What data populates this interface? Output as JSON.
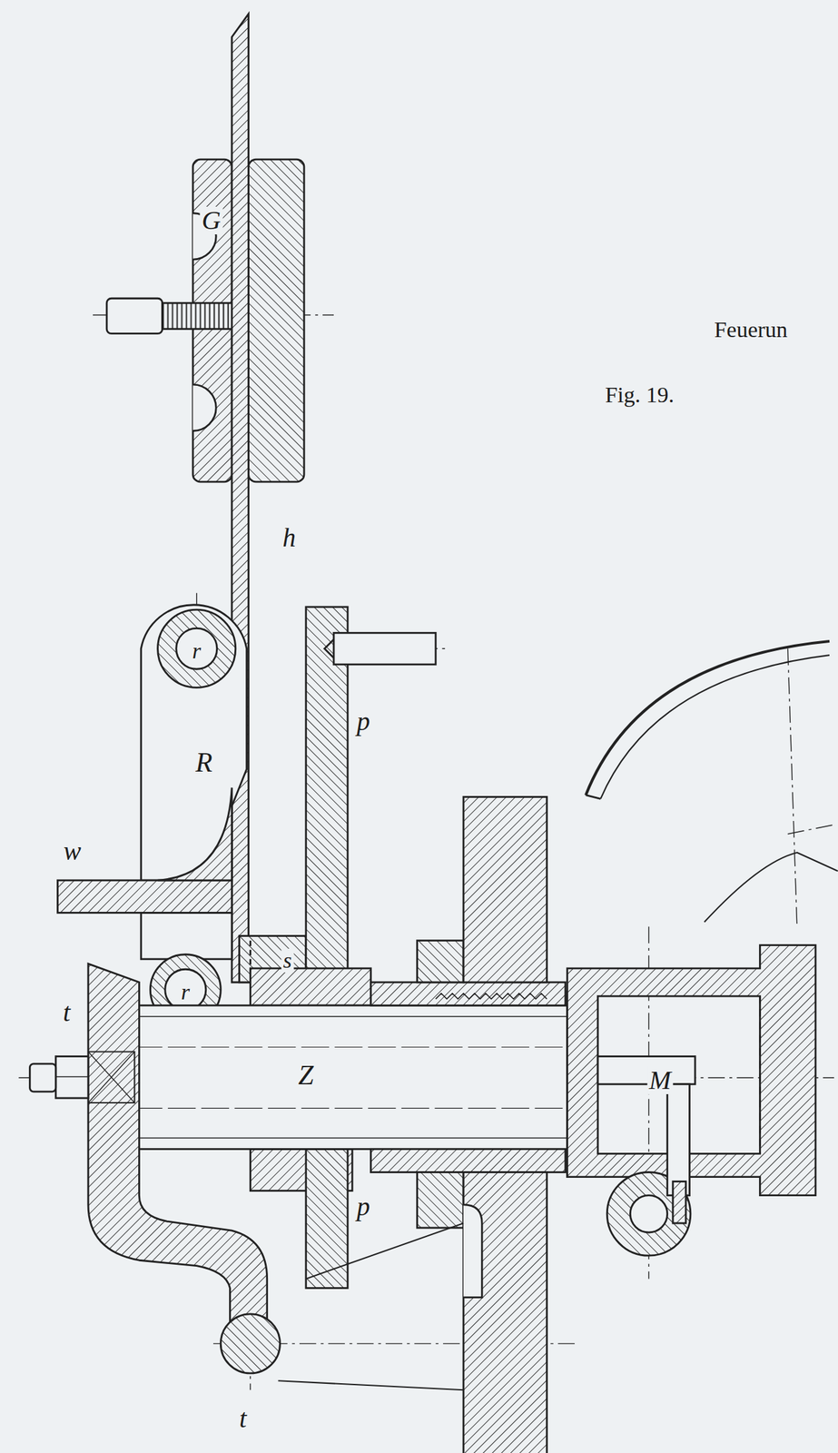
{
  "diagram": {
    "labels": [
      "Feuerun",
      "Fig. 19.",
      "G",
      "h",
      "r",
      "R",
      "p",
      "w",
      "s",
      "r",
      "t",
      "Z",
      "M",
      "p",
      "t"
    ]
  }
}
